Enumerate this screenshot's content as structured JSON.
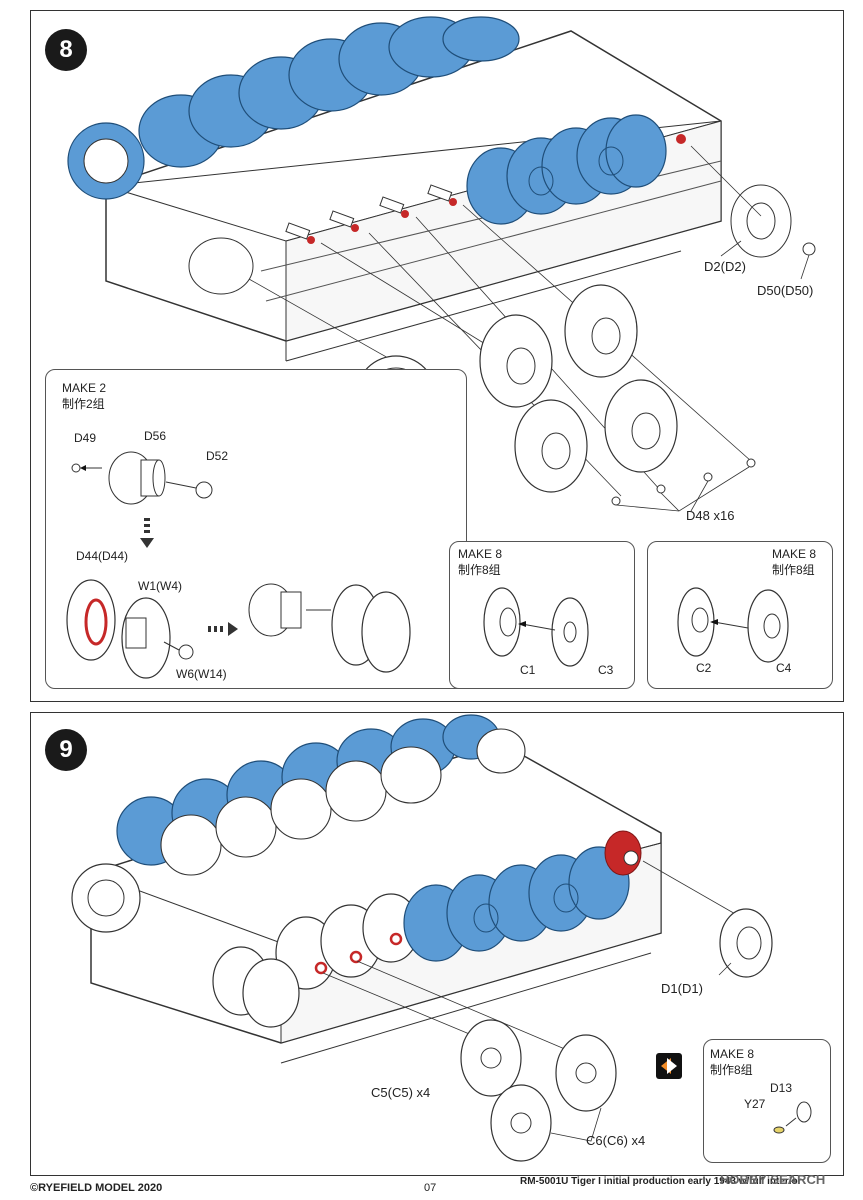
{
  "steps": [
    {
      "number": "8",
      "labels": {
        "d2": "D2(D2)",
        "d50": "D50(D50)",
        "d48": "D48  x16"
      },
      "make2": {
        "title": "MAKE 2",
        "title_cn": "制作2组",
        "parts": {
          "d49": "D49",
          "d56": "D56",
          "d52": "D52",
          "d44": "D44(D44)",
          "w1": "W1(W4)",
          "w6": "W6(W14)"
        }
      },
      "make8_a": {
        "title": "MAKE 8",
        "title_cn": "制作8组",
        "parts": {
          "c1": "C1",
          "c3": "C3"
        }
      },
      "make8_b": {
        "title": "MAKE 8",
        "title_cn": "制作8组",
        "parts": {
          "c2": "C2",
          "c4": "C4"
        }
      }
    },
    {
      "number": "9",
      "labels": {
        "d1": "D1(D1)",
        "c5": "C5(C5)  x4",
        "c6": "C6(C6)  x4"
      },
      "make8": {
        "title": "MAKE 8",
        "title_cn": "制作8组",
        "parts": {
          "d13": "D13",
          "y27": "Y27"
        }
      }
    }
  ],
  "footer": {
    "copyright": "©RYEFIELD MODEL 2020",
    "page_number": "07",
    "product": "RM-5001U Tiger I initial production early 1943 w/full interior"
  },
  "watermark": "HOBBY SEARCH",
  "colors": {
    "highlight_blue": "#5b9bd5",
    "highlight_red": "#c62828",
    "line": "#333333"
  }
}
